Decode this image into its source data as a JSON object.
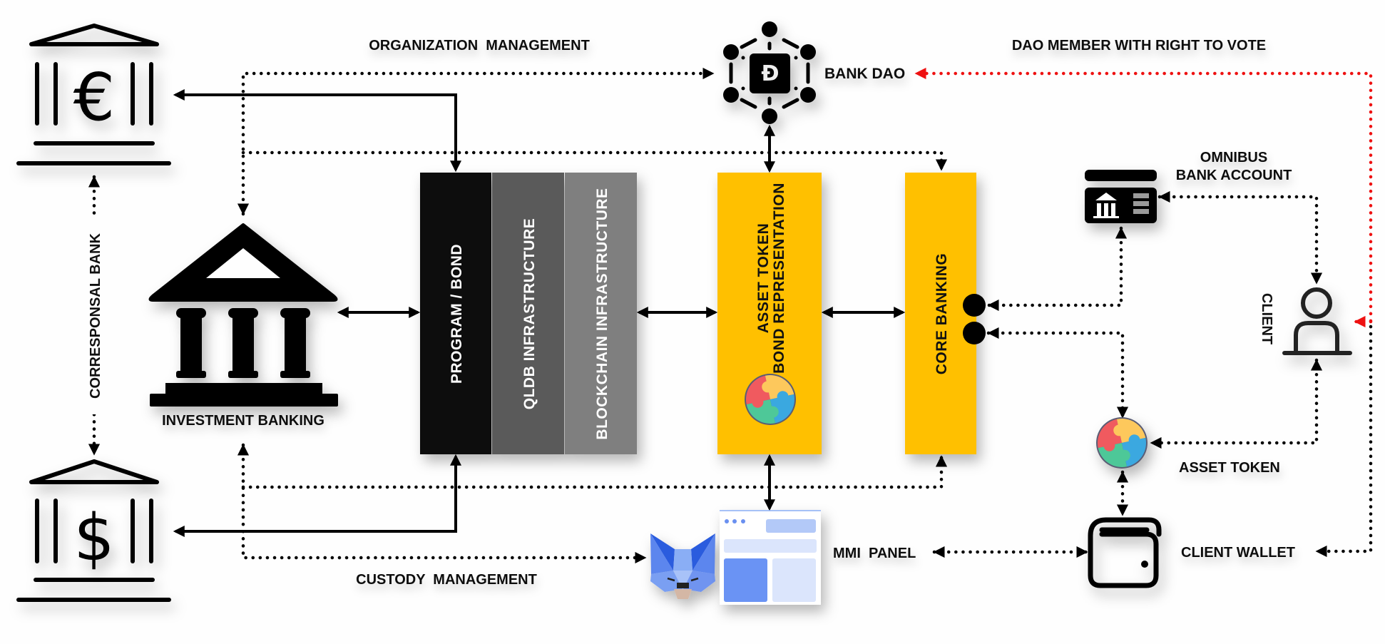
{
  "labels": {
    "organization_management": "ORGANIZATION  MANAGEMENT",
    "dao_member": "DAO MEMBER WITH RIGHT TO VOTE",
    "bank_dao": "BANK DAO",
    "omnibus_line1": "OMNIBUS",
    "omnibus_line2": "BANK ACCOUNT",
    "correspondent_bank": "CORRESPONSAL  BANK",
    "investment_banking": "INVESTMENT BANKING",
    "client": "CLIENT",
    "asset_token": "ASSET TOKEN",
    "client_wallet": "CLIENT WALLET",
    "mmi_panel": "MMI  PANEL",
    "custody_management": "CUSTODY  MANAGEMENT"
  },
  "columns": {
    "program_bond": "PROGRAM /  BOND",
    "qldb": "QLDB  INFRASTRUCTURE",
    "blockchain": "BLOCKCHAIN  INFRASTRUCTURE",
    "asset_token_line1": "ASSET  TOKEN",
    "asset_token_line2": "BOND  REPRESENTATION",
    "core_banking": "CORE BANKING"
  },
  "icons": {
    "euro_bank": "euro-bank-icon",
    "dollar_bank": "dollar-bank-icon",
    "investment_bank": "bank-building-icon",
    "dao": "dao-network-icon",
    "omnibus": "bank-card-icon",
    "client": "user-icon",
    "asset_token": "puzzle-token-icon",
    "wallet": "wallet-icon",
    "metamask": "fox-icon",
    "mmi_panel": "browser-panel-icon",
    "euro_symbol": "€",
    "dollar_symbol": "$"
  },
  "colors": {
    "program_bond": "#0d0d0d",
    "qldb": "#5a5a5a",
    "blockchain": "#7f7f7f",
    "yellow": "#ffc000",
    "dao_link": "#ee1111"
  }
}
